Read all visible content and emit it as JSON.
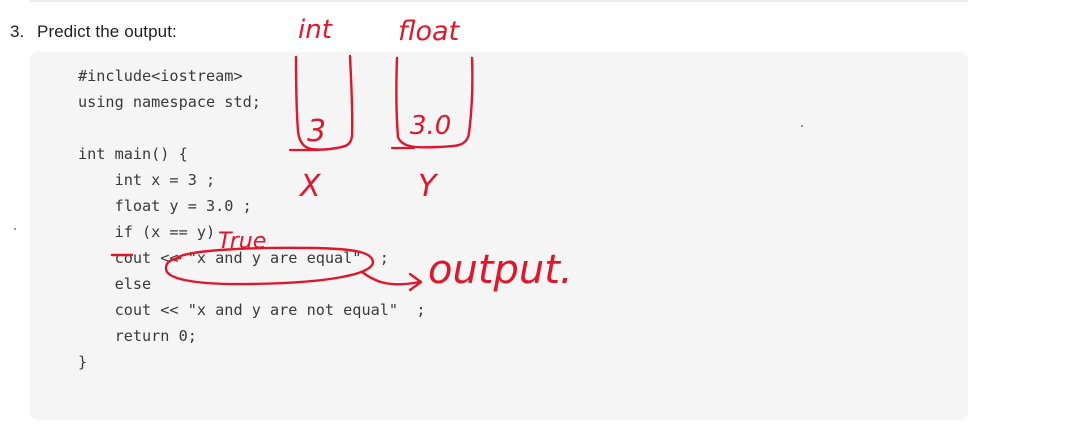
{
  "question": {
    "number": "3.",
    "text": "Predict the output:"
  },
  "code": {
    "lines": [
      "#include<iostream>",
      "using namespace std;",
      "",
      "int main() {",
      "    int x = 3 ;",
      "    float y = 3.0 ;",
      "    if (x == y)",
      "    cout << \"x and y are equal\"  ;",
      "    else",
      "    cout << \"x and y are not equal\"  ;",
      "    return 0;",
      "}"
    ]
  },
  "annotations": {
    "int_label": "int",
    "float_label": "float",
    "x_box_value": "3",
    "y_box_value": "3.0",
    "x_var": "X",
    "y_var": "Y",
    "true_note": "True",
    "output_note": "output."
  },
  "colors": {
    "ink": "#e0162b",
    "code_background": "#f5f5f5",
    "code_text": "#3a3a3a"
  }
}
